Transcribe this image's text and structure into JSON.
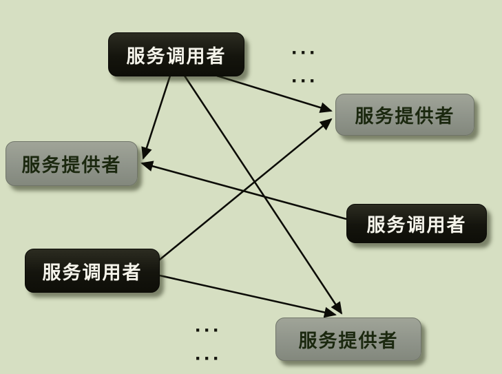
{
  "diagram": {
    "title_hint": "service-invocation-mesh",
    "nodes": [
      {
        "id": "caller-top",
        "label": "服务调用者",
        "role": "caller"
      },
      {
        "id": "provider-left",
        "label": "服务提供者",
        "role": "provider"
      },
      {
        "id": "provider-right-top",
        "label": "服务提供者",
        "role": "provider"
      },
      {
        "id": "caller-right",
        "label": "服务调用者",
        "role": "caller"
      },
      {
        "id": "caller-bottom-left",
        "label": "服务调用者",
        "role": "caller"
      },
      {
        "id": "provider-bottom-right",
        "label": "服务提供者",
        "role": "provider"
      }
    ],
    "ellipsis": "···",
    "edges": [
      {
        "from": "caller-top",
        "to": "provider-left"
      },
      {
        "from": "caller-top",
        "to": "provider-right-top"
      },
      {
        "from": "caller-top",
        "to": "provider-bottom-right"
      },
      {
        "from": "caller-right",
        "to": "provider-left"
      },
      {
        "from": "caller-bottom-left",
        "to": "provider-right-top"
      },
      {
        "from": "caller-bottom-left",
        "to": "provider-bottom-right"
      }
    ],
    "colors": {
      "background": "#d6dfc2",
      "caller_box": "#14140d",
      "caller_text": "#f4f3ea",
      "provider_box": "#8f948a",
      "provider_text": "#1b280f",
      "arrow": "#0c0c07"
    }
  }
}
